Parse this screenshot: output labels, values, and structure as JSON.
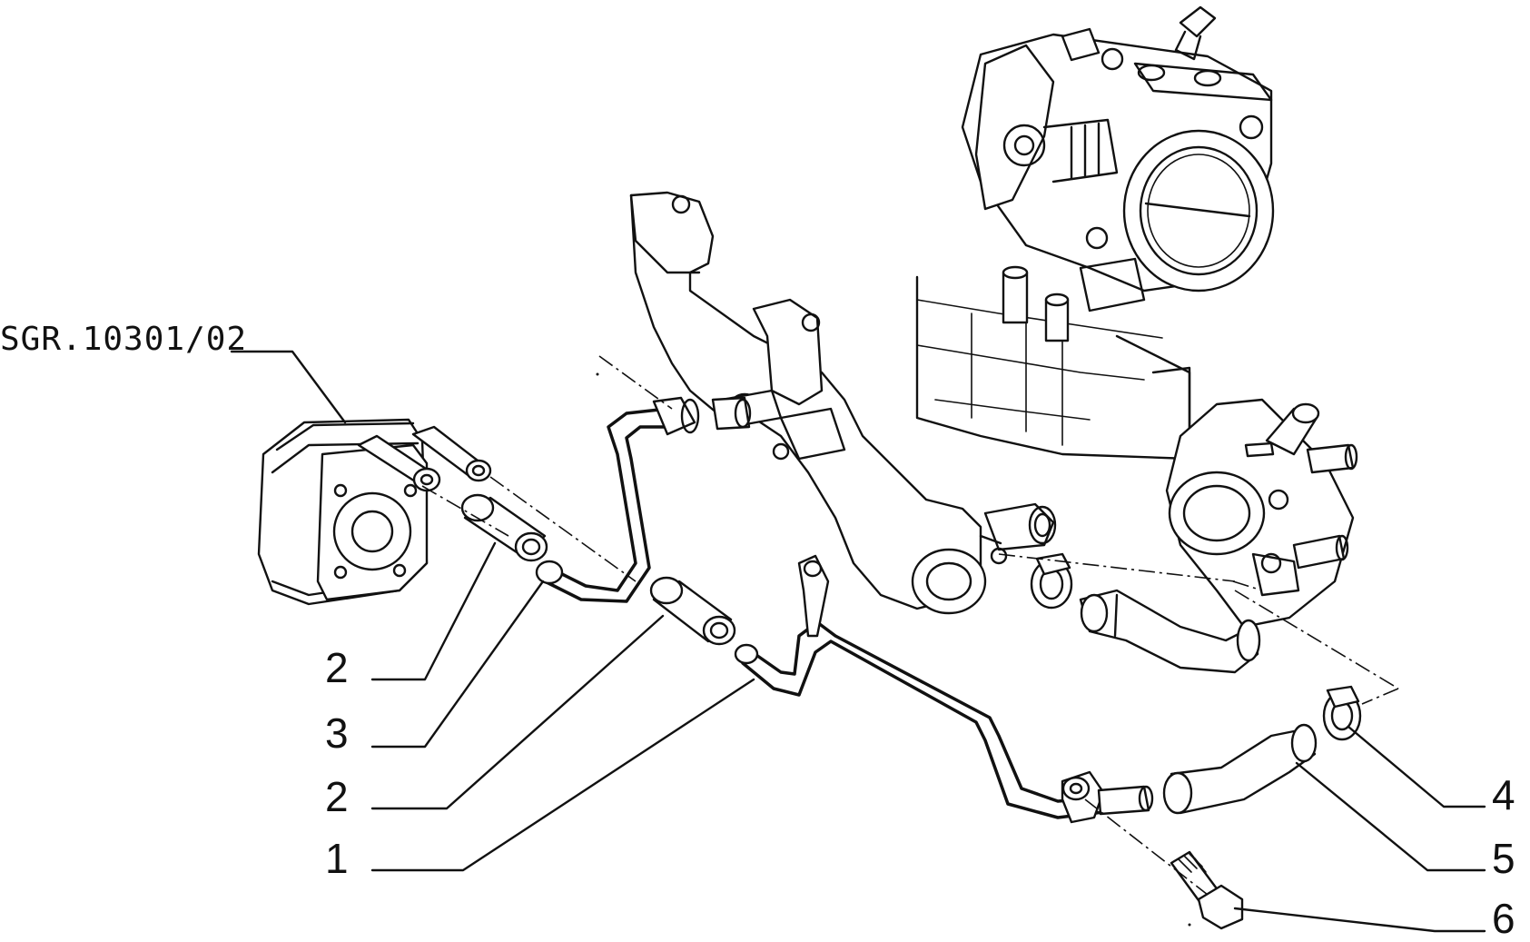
{
  "reference_code": "SGR.10301/02",
  "callouts": [
    {
      "id": "c-2a",
      "label": "2"
    },
    {
      "id": "c-3",
      "label": "3"
    },
    {
      "id": "c-2b",
      "label": "2"
    },
    {
      "id": "c-1",
      "label": "1"
    },
    {
      "id": "c-4",
      "label": "4"
    },
    {
      "id": "c-5",
      "label": "5"
    },
    {
      "id": "c-6",
      "label": "6"
    }
  ]
}
